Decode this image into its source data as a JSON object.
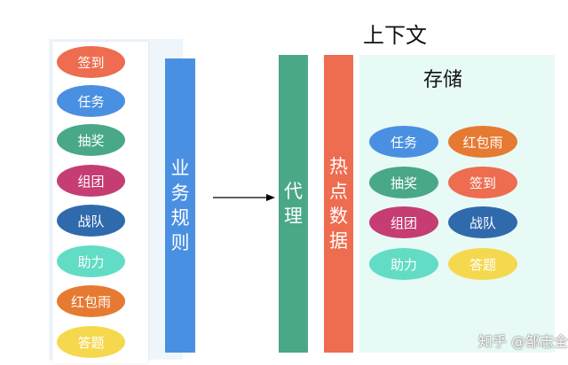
{
  "context_title": "上下文",
  "storage_title": "存储",
  "left_items": [
    {
      "label": "签到",
      "color": "#ee6c4f"
    },
    {
      "label": "任务",
      "color": "#4a90e2"
    },
    {
      "label": "抽奖",
      "color": "#49a887"
    },
    {
      "label": "组团",
      "color": "#c53d73"
    },
    {
      "label": "战队",
      "color": "#2f6aad"
    },
    {
      "label": "助力",
      "color": "#63dcc5"
    },
    {
      "label": "红包雨",
      "color": "#e67a32"
    },
    {
      "label": "答题",
      "color": "#f5d84e"
    }
  ],
  "business_rules": {
    "chars": [
      "业",
      "务",
      "规",
      "则"
    ],
    "color": "#4a90e2"
  },
  "proxy": {
    "chars": [
      "代",
      "理"
    ],
    "color": "#4aa887"
  },
  "hot_data": {
    "chars": [
      "热",
      "点",
      "数",
      "据"
    ],
    "color": "#ee6c4f"
  },
  "storage_items": [
    {
      "label": "任务",
      "color": "#4a90e2"
    },
    {
      "label": "红包雨",
      "color": "#e67a32"
    },
    {
      "label": "抽奖",
      "color": "#49a887"
    },
    {
      "label": "签到",
      "color": "#ee6c4f"
    },
    {
      "label": "组团",
      "color": "#c53d73"
    },
    {
      "label": "战队",
      "color": "#2f6aad"
    },
    {
      "label": "助力",
      "color": "#63dcc5"
    },
    {
      "label": "答题",
      "color": "#f5d84e"
    }
  ],
  "watermark": "知乎 @邹志全"
}
